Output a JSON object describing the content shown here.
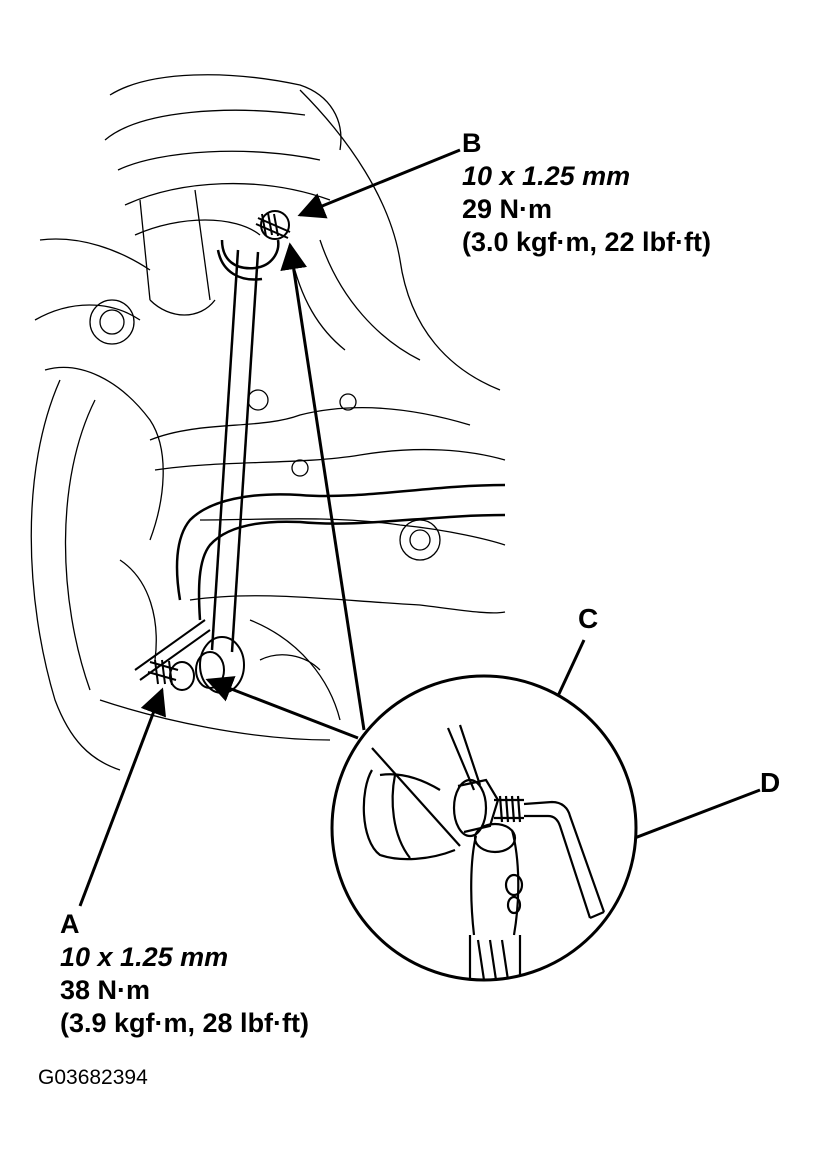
{
  "callouts": {
    "b": {
      "letter": "B",
      "size": "10 x 1.25 mm",
      "torque": "29 N·m",
      "torque_alt": "(3.0 kgf·m, 22 lbf·ft)"
    },
    "a": {
      "letter": "A",
      "size": "10 x 1.25 mm",
      "torque": "38 N·m",
      "torque_alt": "(3.9 kgf·m, 28 lbf·ft)"
    },
    "c": {
      "letter": "C"
    },
    "d": {
      "letter": "D"
    }
  },
  "figure_id": "G03682394",
  "colors": {
    "ink": "#000000",
    "background": "#ffffff"
  }
}
